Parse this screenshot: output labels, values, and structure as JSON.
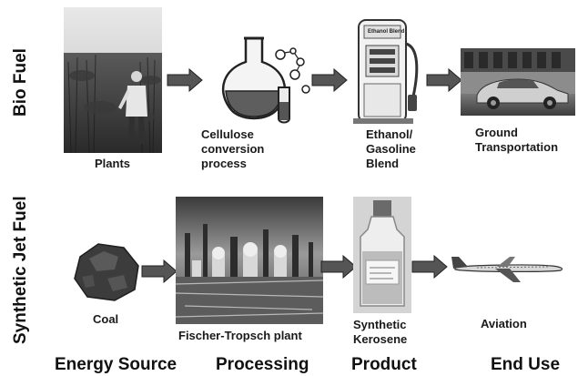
{
  "rows": {
    "bio_fuel": "Bio Fuel",
    "synthetic_jet_fuel": "Synthetic Jet Fuel"
  },
  "bio": {
    "plants": "Plants",
    "cellulose": [
      "Cellulose",
      "conversion",
      "process"
    ],
    "ethanol": [
      "Ethanol/",
      "Gasoline",
      "Blend"
    ],
    "ground": [
      "Ground",
      "Transportation"
    ],
    "pump_sign": "Ethanol Blend"
  },
  "jet": {
    "coal": "Coal",
    "fischer": "Fischer-Tropsch plant",
    "kerosene": [
      "Synthetic",
      "Kerosene"
    ],
    "aviation": "Aviation"
  },
  "stages": {
    "energy_source": "Energy Source",
    "processing": "Processing",
    "product": "Product",
    "end_use": "End Use"
  },
  "colors": {
    "arrow": "#555555",
    "arrow_edge": "#222222"
  }
}
